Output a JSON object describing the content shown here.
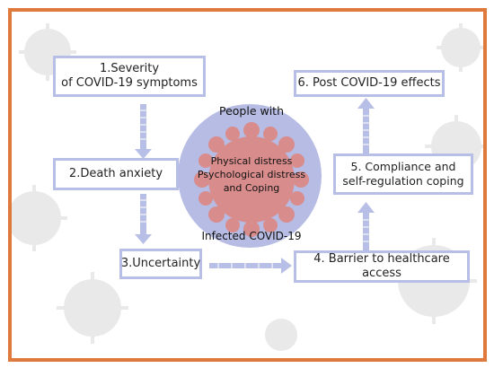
{
  "colors": {
    "frame": "#e07a3c",
    "box_border": "#b8bfe6",
    "circle": "#b6bce3",
    "virus": "#d98c8c",
    "arrow": "#b8bfe6",
    "background_virus": "#e6e6e6"
  },
  "boxes": [
    {
      "id": 1,
      "label": "1.Severity\nof COVID-19 symptoms"
    },
    {
      "id": 2,
      "label": "2.Death anxiety"
    },
    {
      "id": 3,
      "label": "3.Uncertainty"
    },
    {
      "id": 4,
      "label": "4. Barrier to healthcare access"
    },
    {
      "id": 5,
      "label": "5. Compliance and\nself-regulation coping"
    },
    {
      "id": 6,
      "label": "6. Post COVID-19 effects"
    }
  ],
  "center": {
    "top_label": "People with",
    "inner_text": "Physical distress\nPsychological distress\nand Coping",
    "bottom_label": "Infected COVID-19"
  }
}
